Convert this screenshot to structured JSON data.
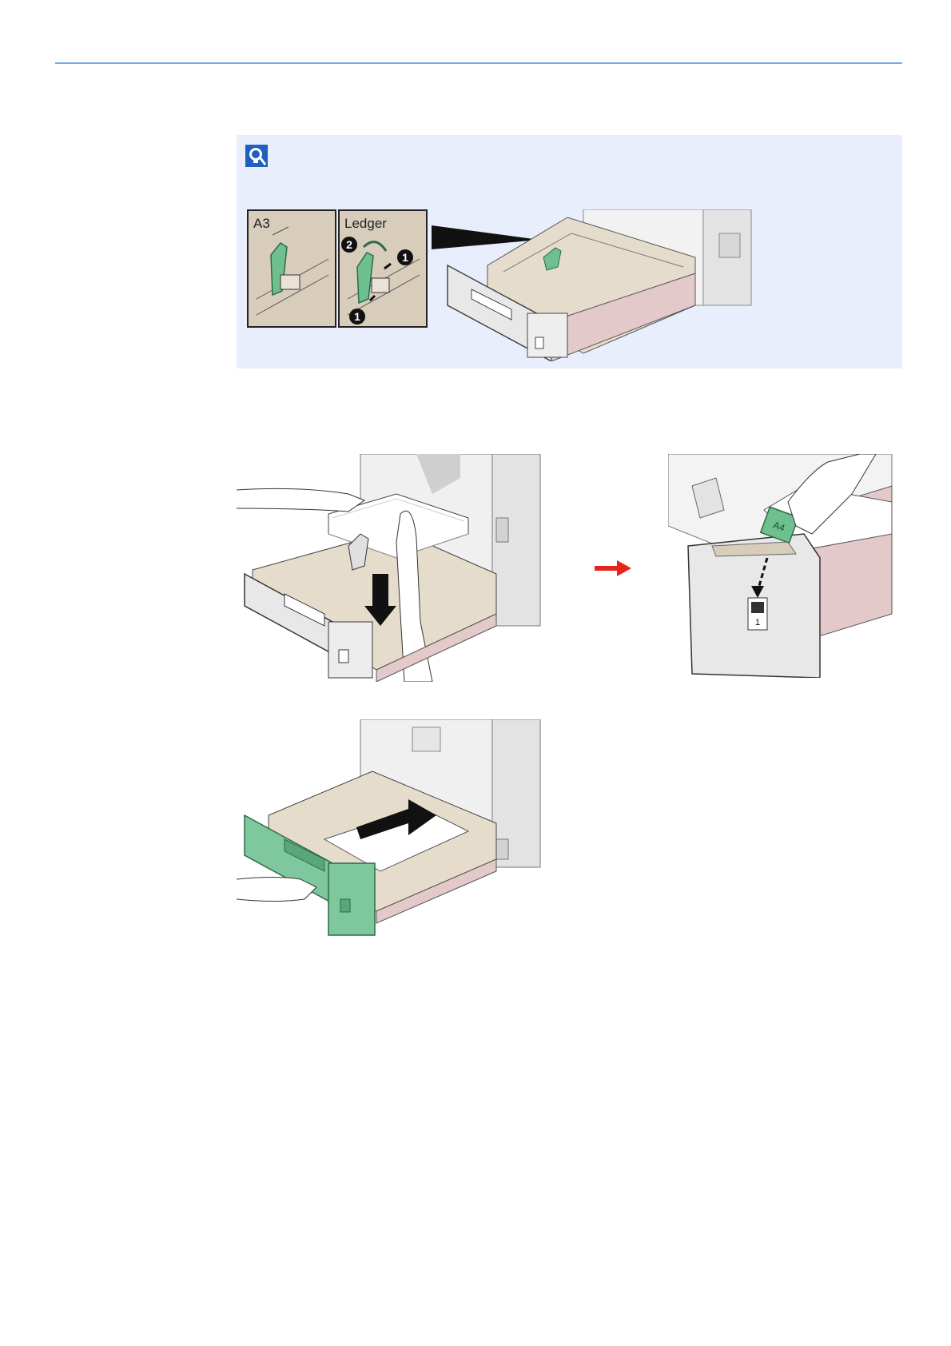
{
  "note": {
    "icon": "note-lightbulb-icon",
    "detail_labels": [
      "A3",
      "Ledger"
    ],
    "callouts": [
      "2",
      "1",
      "1"
    ]
  },
  "step_arrow_color": "#e8231b",
  "accent_colors": {
    "rule": "#7aa7e6",
    "note_background": "#e8eefb",
    "guide_green": "#6fbf8f"
  },
  "size_label_card": {
    "text": "A4",
    "slot_number": "1"
  }
}
